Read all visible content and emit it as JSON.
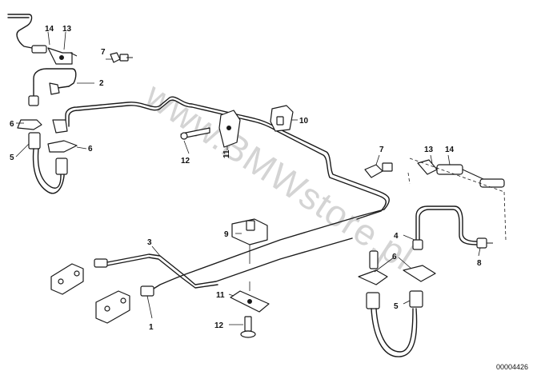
{
  "diagram": {
    "watermark": "www.BMWstore.pl",
    "reference_number": "00004426",
    "callouts": {
      "c1": "1",
      "c2": "2",
      "c3": "3",
      "c4": "4",
      "c5a": "5",
      "c5b": "5",
      "c6a": "6",
      "c6b": "6",
      "c6c": "6",
      "c7a": "7",
      "c7b": "7",
      "c8": "8",
      "c9": "9",
      "c10": "10",
      "c11a": "11",
      "c11b": "11",
      "c12a": "12",
      "c12b": "12",
      "c13a": "13",
      "c13b": "13",
      "c14a": "14",
      "c14b": "14"
    }
  }
}
